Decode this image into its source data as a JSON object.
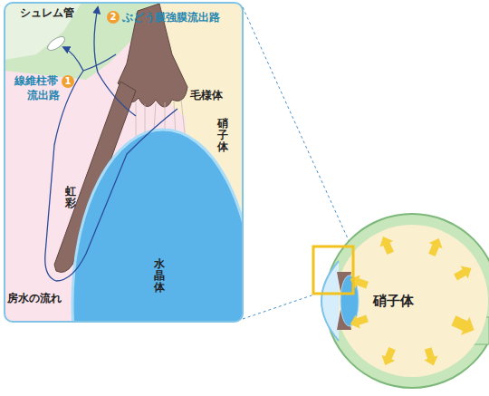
{
  "diagram": {
    "labels": [
      "シュレム管",
      "2",
      "ぶどう膜強膜流出路",
      "線維柱帯",
      "1",
      "流出路",
      "毛様体",
      "硝子体",
      "虹彩",
      "水晶体",
      "房水の流れ",
      "硝子体"
    ]
  }
}
